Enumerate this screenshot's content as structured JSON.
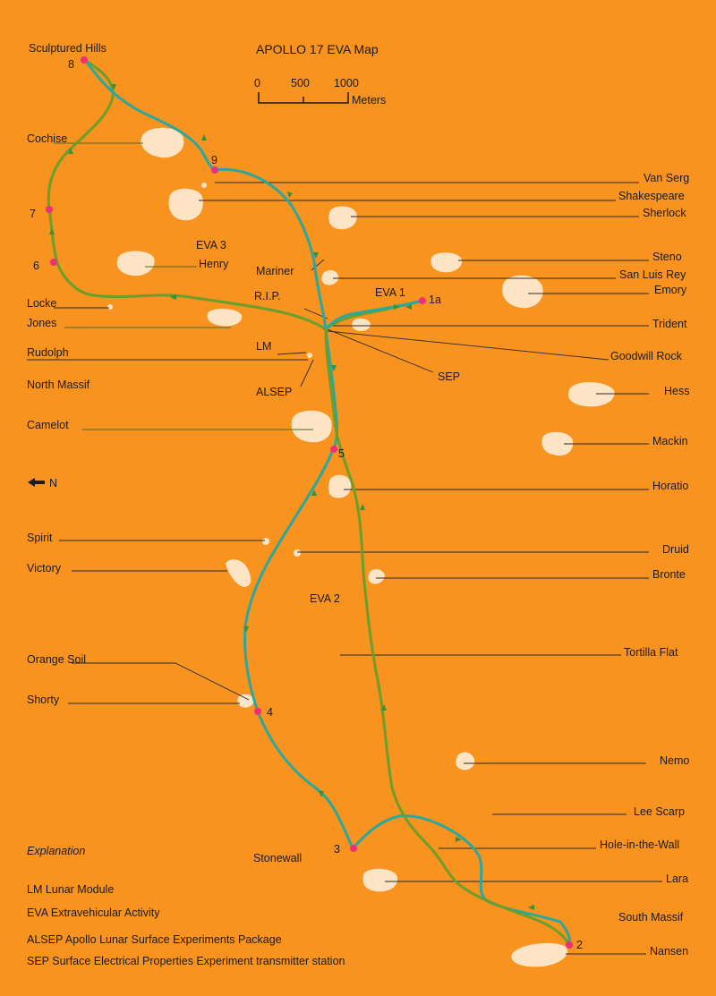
{
  "title": "APOLLO 17 EVA Map",
  "scale": {
    "ticks": [
      "0",
      "500",
      "1000"
    ],
    "unit": "Meters"
  },
  "north_label": "N",
  "route_labels": {
    "eva1": "EVA 1",
    "eva2": "EVA 2",
    "eva3": "EVA 3"
  },
  "stations": [
    "8",
    "9",
    "7",
    "6",
    "1a",
    "5",
    "4",
    "3",
    "2"
  ],
  "left_features": [
    "Sculptured Hills",
    "Cochise",
    "Locke",
    "Jones",
    "Rudolph",
    "North Massif",
    "Camelot",
    "Spirit",
    "Victory",
    "Orange Soil",
    "Shorty",
    "Stonewall"
  ],
  "right_features": [
    "Van Serg",
    "Shakespeare",
    "Sherlock",
    "Steno",
    "San Luis Rey",
    "Emory",
    "Trident",
    "Goodwill Rock",
    "Hess",
    "Mackin",
    "Horatio",
    "Druid",
    "Bronte",
    "Tortilla Flat",
    "Nemo",
    "Lee Scarp",
    "Hole-in-the-Wall",
    "Lara",
    "South Massif",
    "Nansen"
  ],
  "center_features": [
    "Henry",
    "Mariner",
    "R.I.P.",
    "LM",
    "ALSEP",
    "SEP"
  ],
  "explanation": {
    "heading": "Explanation",
    "items": [
      "LM Lunar Module",
      "EVA Extravehicular Activity",
      "ALSEP Apollo Lunar Surface Experiments Package",
      "SEP Surface Electrical Properties Experiment transmitter station"
    ]
  },
  "colors": {
    "background": "#f7931e",
    "crater": "#fde4c4",
    "eva_green": "#6b9e2a",
    "eva_teal": "#2aa89e",
    "station": "#ef2f7a"
  }
}
